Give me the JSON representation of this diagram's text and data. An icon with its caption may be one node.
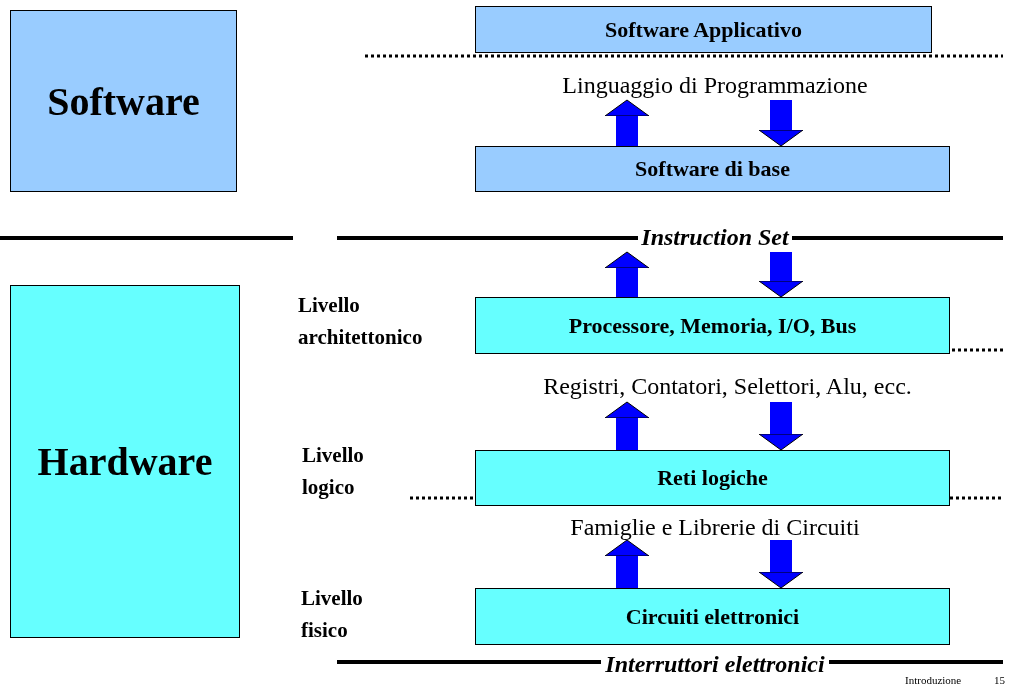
{
  "diagram": {
    "nodes": [
      {
        "text": [
          "Software"
        ]
      },
      {
        "text": [
          "Hardware"
        ]
      },
      {
        "text": [
          "Software Applicativo"
        ]
      },
      {
        "text": [
          "Linguaggio di Programmazione"
        ]
      },
      {
        "text": [
          "Software di base"
        ]
      },
      {
        "text": [
          "Instruction Set"
        ]
      },
      {
        "text": [
          "Processore, Memoria, I/O, Bus"
        ]
      },
      {
        "text": [
          "Registri, Contatori, Selettori, Alu, ecc."
        ]
      },
      {
        "text": [
          "Reti logiche"
        ]
      },
      {
        "text": [
          "Famiglie e Librerie di Circuiti"
        ]
      },
      {
        "text": [
          "Circuiti elettronici"
        ]
      }
    ],
    "edges": [
      {
        "from": 4,
        "to": 3,
        "arrow": "to"
      },
      {
        "from": 3,
        "to": 4,
        "arrow": "to"
      },
      {
        "from": 6,
        "to": 5,
        "arrow": "to"
      },
      {
        "from": 5,
        "to": 6,
        "arrow": "to"
      },
      {
        "from": 8,
        "to": 7,
        "arrow": "to"
      },
      {
        "from": 7,
        "to": 8,
        "arrow": "to"
      },
      {
        "from": 10,
        "to": 9,
        "arrow": "to"
      },
      {
        "from": 9,
        "to": 10,
        "arrow": "to"
      }
    ],
    "labels": [
      "Livello architettonico",
      "Livello logico",
      "Livello fisico",
      "Interruttori elettronici",
      "Introduzione",
      "15"
    ]
  }
}
